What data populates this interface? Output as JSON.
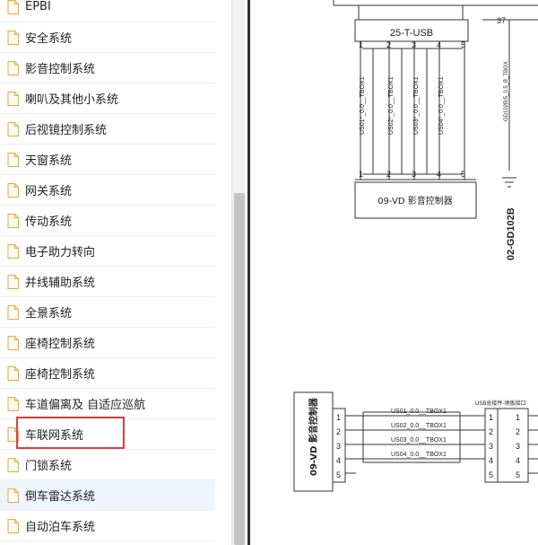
{
  "sidebar": {
    "items": [
      {
        "label": "EPBI"
      },
      {
        "label": "安全系统"
      },
      {
        "label": "影音控制系统"
      },
      {
        "label": "喇叭及其他小系统"
      },
      {
        "label": "后视镜控制系统"
      },
      {
        "label": "天窗系统"
      },
      {
        "label": "网关系统"
      },
      {
        "label": "传动系统"
      },
      {
        "label": "电子助力转向"
      },
      {
        "label": "并线辅助系统"
      },
      {
        "label": "全景系统"
      },
      {
        "label": "座椅控制系统"
      },
      {
        "label": "座椅控制系统"
      },
      {
        "label": "车道偏离及 自适应巡航"
      },
      {
        "label": "车联网系统"
      },
      {
        "label": "门锁系统"
      },
      {
        "label": "倒车雷达系统"
      },
      {
        "label": "自动泊车系统"
      }
    ],
    "icon": "document-icon",
    "highlighted_item": "车联网系统",
    "selected_item": "倒车雷达系统",
    "highlight_color": "#d9423c"
  },
  "diagram": {
    "top": {
      "connector_label": "25-T-USB",
      "pins_top": [
        "1",
        "2",
        "3",
        "4",
        "5"
      ],
      "pins_bottom": [
        "1",
        "2",
        "3",
        "4",
        "5"
      ],
      "wire_labels": [
        "US01*_0.0__TBOX1",
        "US02*_0.0__TBOX1",
        "US03*_0.0__TBOX1",
        "US04*_0.0__TBOX1"
      ],
      "module_label": "09-VD 影音控制器",
      "ground_pin": "37",
      "ground_wire_label": "GD102B/5_0.5_B_TBOX",
      "ground_label": "02-GD102B"
    },
    "bottom": {
      "module_label": "09-VD 影音控制器",
      "pins_left": [
        "1",
        "2",
        "3",
        "4",
        "5"
      ],
      "wire_labels": [
        "US01_0.0__TBOX1",
        "US02_0.0__TBOX1",
        "US03_0.0__TBOX1",
        "US04_0.0__TBOX1"
      ],
      "right_header": "USB总接件-地板接口",
      "pins_right": [
        "1",
        "2",
        "3",
        "4",
        "5"
      ],
      "pins_far_right": [
        "1",
        "2",
        "3",
        "4",
        "5"
      ]
    }
  }
}
